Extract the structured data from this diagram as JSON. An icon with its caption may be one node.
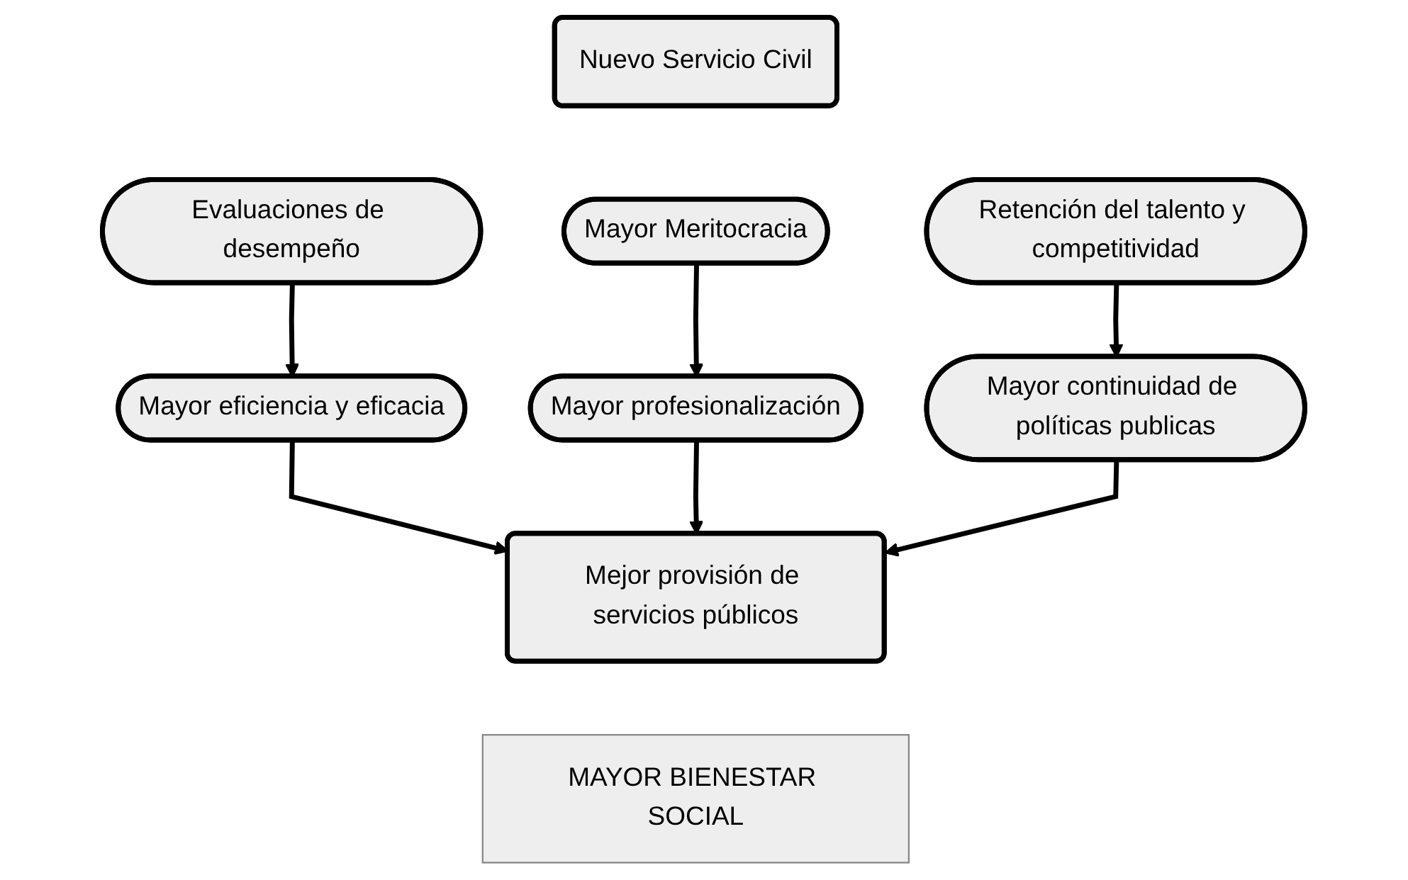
{
  "diagram": {
    "nodes": [
      {
        "text": [
          "Nuevo Servicio Civil"
        ]
      },
      {
        "text": [
          "Evaluaciones de desempeño"
        ]
      },
      {
        "text": [
          "Mayor Meritocracia"
        ]
      },
      {
        "text": [
          "Retención del talento y competitividad"
        ]
      },
      {
        "text": [
          "Mayor eficiencia y eficacia"
        ]
      },
      {
        "text": [
          "Mayor profesionalización"
        ]
      },
      {
        "text": [
          "Mayor continuidad de políticas publicas"
        ]
      },
      {
        "text": [
          "Mejor provisión de servicios públicos"
        ]
      },
      {
        "text": [
          "MAYOR BIENESTAR SOCIAL"
        ]
      }
    ],
    "edges": [
      {
        "from": 1,
        "to": 4,
        "arrow": "to"
      },
      {
        "from": 2,
        "to": 5,
        "arrow": "to"
      },
      {
        "from": 3,
        "to": 6,
        "arrow": "to"
      },
      {
        "from": 4,
        "to": 7,
        "arrow": "to"
      },
      {
        "from": 5,
        "to": 7,
        "arrow": "to"
      },
      {
        "from": 6,
        "to": 7,
        "arrow": "to"
      }
    ]
  }
}
